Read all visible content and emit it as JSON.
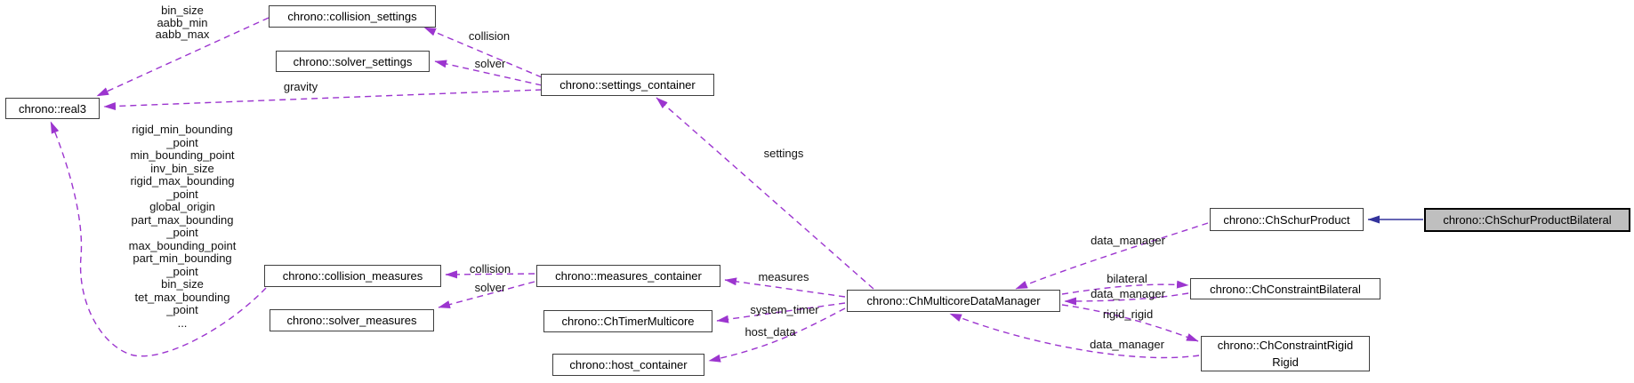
{
  "diagram": {
    "title": "Collaboration diagram for chrono::ChSchurProductBilateral",
    "colors": {
      "member_edge": "#9c35cf",
      "inheritance_edge": "#33339c",
      "current_node_fill": "#bfbfbf",
      "node_border": "#3f3f3f"
    },
    "nodes": {
      "collision_settings": {
        "label": "chrono::collision_settings"
      },
      "solver_settings": {
        "label": "chrono::solver_settings"
      },
      "settings_container": {
        "label": "chrono::settings_container"
      },
      "real3": {
        "label": "chrono::real3"
      },
      "collision_measures": {
        "label": "chrono::collision_measures"
      },
      "solver_measures": {
        "label": "chrono::solver_measures"
      },
      "measures_container": {
        "label": "chrono::measures_container"
      },
      "timer_multicore": {
        "label": "chrono::ChTimerMulticore"
      },
      "host_container": {
        "label": "chrono::host_container"
      },
      "multicore_data_manager": {
        "label": "chrono::ChMulticoreDataManager"
      },
      "schur_product": {
        "label": "chrono::ChSchurProduct"
      },
      "schur_product_bilateral": {
        "label": "chrono::ChSchurProductBilateral"
      },
      "constraint_bilateral": {
        "label": "chrono::ChConstraintBilateral"
      },
      "constraint_rigid_rigid": {
        "label": "chrono::ChConstraintRigid\nRigid"
      }
    },
    "edge_labels": {
      "bin_aabb": "bin_size\naabb_min\naabb_max",
      "collision_settings_edge": "collision",
      "solver_settings_edge": "solver",
      "gravity": "gravity",
      "settings": "settings",
      "real3_members": "rigid_min_bounding\n_point\nmin_bounding_point\ninv_bin_size\nrigid_max_bounding\n_point\nglobal_origin\npart_max_bounding\n_point\nmax_bounding_point\npart_min_bounding\n_point\nbin_size\ntet_max_bounding\n_point\n...",
      "collision_measures_edge": "collision",
      "solver_measures_edge": "solver",
      "measures": "measures",
      "system_timer": "system_timer",
      "host_data": "host_data",
      "data_manager_top": "data_manager",
      "bilateral": "bilateral",
      "data_manager_mid": "data_manager",
      "rigid_rigid": "rigid_rigid",
      "data_manager_bottom": "data_manager"
    }
  }
}
